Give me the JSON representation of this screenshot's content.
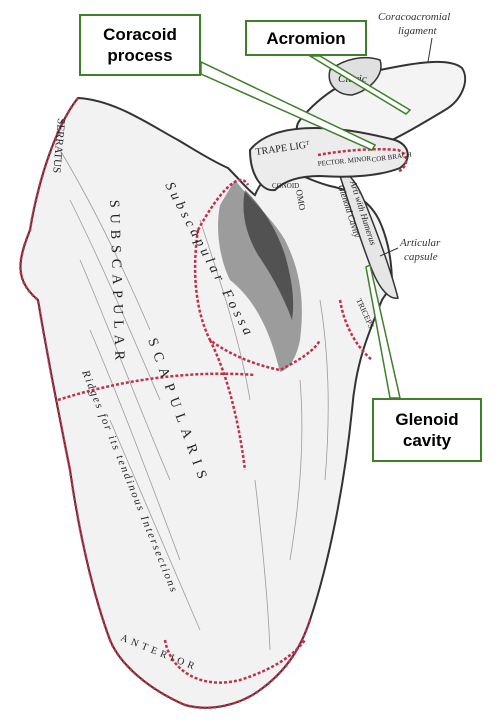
{
  "callouts": {
    "coracoid_process": {
      "line1": "Coracoid",
      "line2": "process"
    },
    "acromion": "Acromion",
    "glenoid_cavity": {
      "line1": "Glenoid",
      "line2": "cavity"
    }
  },
  "annotations": {
    "coracoacromial_ligament": {
      "line1": "Coracoacromial",
      "line2": "ligament"
    },
    "articular_capsule": {
      "line1": "Articular",
      "line2": "capsule"
    }
  },
  "inner_labels": {
    "trapezoid_ligament": "TRAPE LIGᵀ",
    "pectoralis_minor": "PECTOR. MINOR",
    "coraco_brachialis": "COR BRACH",
    "conoid": "CONOID",
    "serratus": "SERRATUS",
    "subscapular": "SUBSCAPULAR",
    "subscapular_fossa": "Subscapular Fossa",
    "ridges": "Ridges for its tendinous Intersections",
    "scapularis": "SCAPULARIS",
    "anterior": "ANTERIOR",
    "biceps_tendon": "Arti with Humerus",
    "glenoid_text": "Glenoid Cavity",
    "triceps": "TRICEPS",
    "omo": "OMO",
    "clavicle": "Clavic"
  },
  "colors": {
    "callout_border": "#3f7f2a",
    "pointer_line": "#3f7f2a",
    "muscle_outline": "#c0304a",
    "bone_shading": "#2a2a2a"
  }
}
